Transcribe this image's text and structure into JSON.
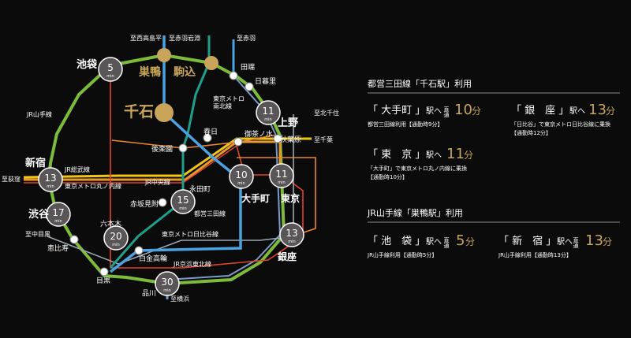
{
  "colors": {
    "background": "#0b0b0b",
    "gold": "#c9a55a",
    "yamanote": "#7dbb3a",
    "mita": "#4aa3e0",
    "namboku": "#1e9f8a",
    "chuo": "#e59a2f",
    "sobu": "#f0c419",
    "marunouchi": "#e0432b",
    "hibiya": "#9aa7b0",
    "ginza": "#e8862e",
    "keihin": "#7a9bcc",
    "badge": "#5a5657",
    "text": "#ffffff"
  },
  "map": {
    "title_station": "千石",
    "stations": {
      "sugamo": "巣鴨",
      "komagome": "駒込",
      "ikebukuro": "池袋",
      "tabata": "田端",
      "nippori": "日暮里",
      "ueno": "上野",
      "akihabara": "秋葉原",
      "ochanomizu": "御茶ノ水",
      "kasuga": "春日",
      "korakuen": "後楽園",
      "shinjuku": "新宿",
      "shibuya": "渋谷",
      "ebisu": "恵比寿",
      "meguro": "目黒",
      "shirokanetakanawa": "白金高輪",
      "shinagawa": "品川",
      "roppongi": "六本木",
      "akasakamitsuke": "赤坂見附",
      "nagatacho": "永田町",
      "otemachi": "大手町",
      "tokyo": "東京",
      "ginza": "銀座"
    },
    "directions": {
      "nishitakashimadaira": "至西高島平",
      "akabaneiwabuchi": "至赤羽岩淵",
      "akabane": "至赤羽",
      "kitasenju": "至北千住",
      "chiba": "至千葉",
      "ogikubo": "至荻窪",
      "nakameguro": "至中目黒",
      "yokohama": "至横浜"
    },
    "line_labels": {
      "yamanote": "JR山手線",
      "sobu": "JR総武線",
      "marunouchi": "東京メトロ丸ノ内線",
      "chuo": "JR中央線",
      "namboku": "東京メトロ\n南北線",
      "mita": "都営三田線",
      "hibiya": "東京メトロ日比谷線",
      "keihin": "JR京浜東北線"
    },
    "badges": {
      "ikebukuro": "5",
      "ueno": "11",
      "shinjuku": "13",
      "shibuya": "17",
      "roppongi": "20",
      "nagatacho": "15",
      "otemachi": "10",
      "tokyo": "11",
      "ginza": "13",
      "shinagawa": "30"
    },
    "min_label": "min"
  },
  "info": {
    "section1": {
      "title": "都営三田線「千石駅」利用",
      "otemachi": {
        "name": "「 大手町 」",
        "suffix": "駅へ",
        "direct": "直通",
        "time": "10",
        "unit": "分",
        "note": "都営三田線利用【通勤時9分】"
      },
      "ginza": {
        "name": "「 銀　座 」",
        "suffix": "駅へ",
        "time": "13",
        "unit": "分",
        "note1": "「日比谷」で東京メトロ日比谷線に乗換",
        "note2": "【通勤時12分】"
      },
      "tokyo": {
        "name": "「 東　京 」",
        "suffix": "駅へ",
        "time": "11",
        "unit": "分",
        "note1": "「大手町」で東京メトロ丸ノ内線に乗換",
        "note2": "【通勤時10分】"
      }
    },
    "section2": {
      "title": "JR山手線「巣鴨駅」利用",
      "ikebukuro": {
        "name": "「 池　袋 」",
        "suffix": "駅へ",
        "direct": "直通",
        "time": "5",
        "unit": "分",
        "note": "JR山手線利用【通勤時5分】"
      },
      "shinjuku": {
        "name": "「 新　宿 」",
        "suffix": "駅へ",
        "direct": "直通",
        "time": "13",
        "unit": "分",
        "note": "JR山手線利用【通勤時13分】"
      }
    }
  }
}
